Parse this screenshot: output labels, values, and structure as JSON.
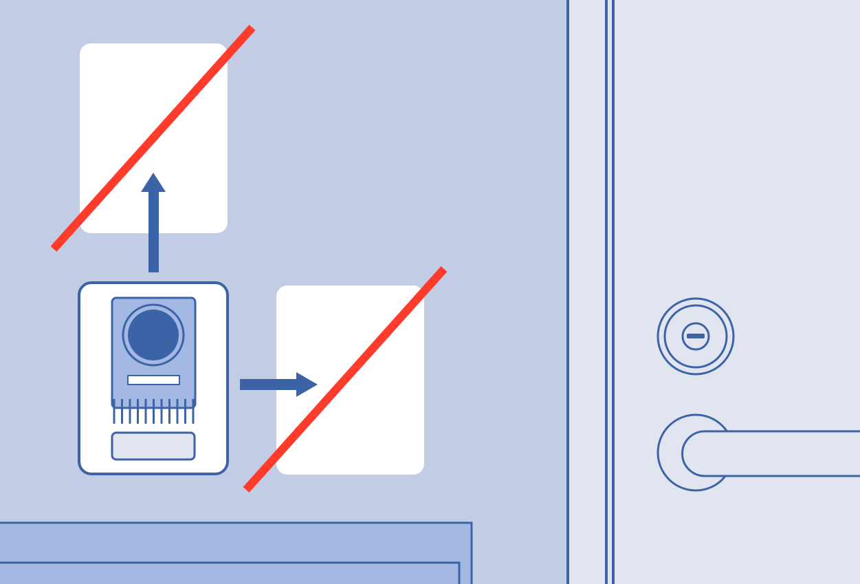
{
  "colors": {
    "wall": "#c2cde5",
    "door": "#e1e5f0",
    "outline": "#3c63a5",
    "panel_white": "#ffffff",
    "prohibit": "#ff3b2b",
    "camera_panel": "#a3b9e4",
    "lens": "#3c63a5",
    "label_plate": "#e1e5f0",
    "counter": "#a3b9e4"
  },
  "icons": {
    "intercom": "door-intercom-icon",
    "door_lock": "keyhole-icon",
    "door_handle": "lever-handle-icon",
    "arrow_up": "arrow-up-icon",
    "arrow_right": "arrow-right-icon",
    "prohibited": "prohibited-slash-icon"
  },
  "intercom": {
    "speaker_slots": 11
  },
  "placements": [
    {
      "direction": "up",
      "status": "prohibited"
    },
    {
      "direction": "right",
      "status": "prohibited"
    }
  ]
}
